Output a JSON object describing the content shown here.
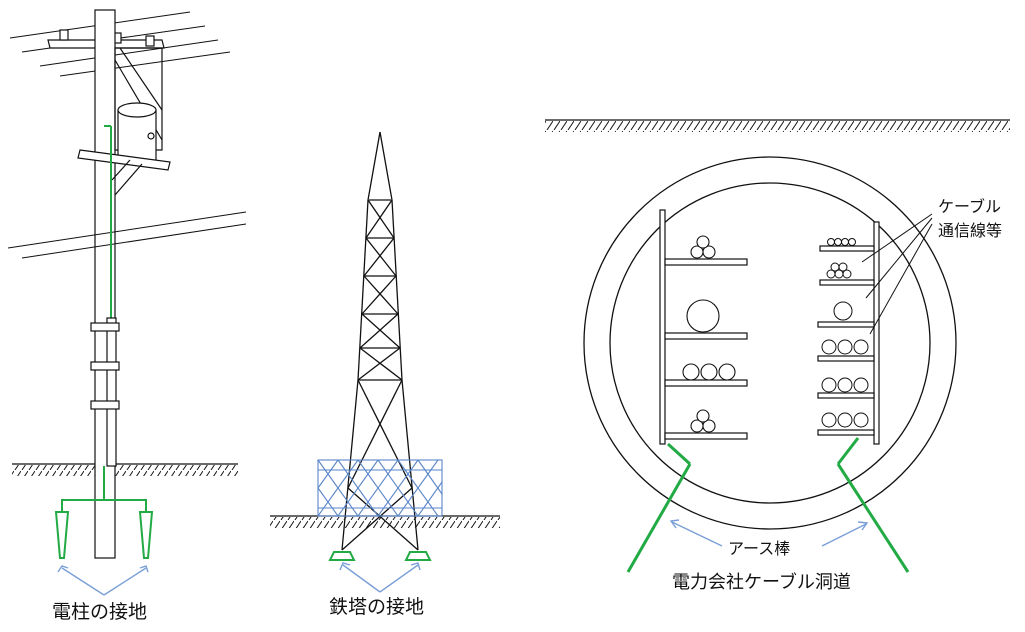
{
  "labels": {
    "pole_caption": "電柱の接地",
    "tower_caption": "鉄塔の接地",
    "tunnel_caption": "電力会社ケーブル洞道",
    "earth_rod": "アース棒",
    "cable_line1": "ケーブル",
    "cable_line2": "通信線等"
  },
  "colors": {
    "line": "#111111",
    "earth_wire": "#22aa44",
    "arrow": "#7a9fd6",
    "fence": "#5a86c9"
  }
}
